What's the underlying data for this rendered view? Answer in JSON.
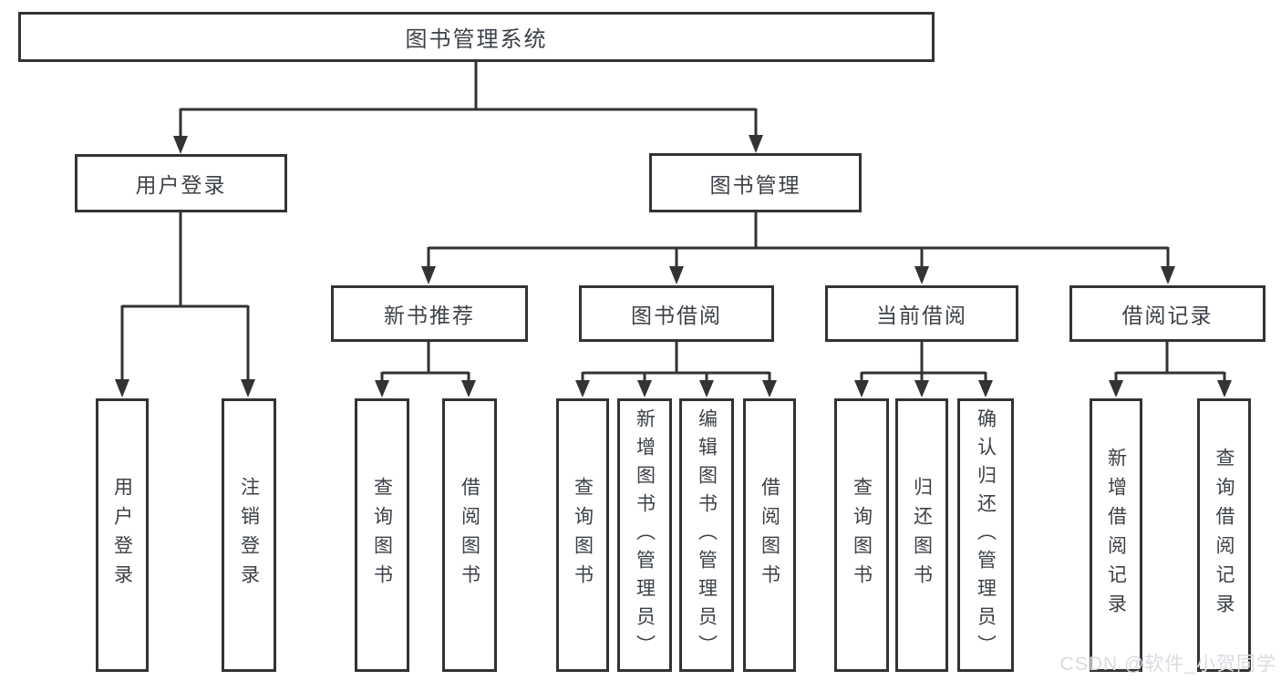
{
  "diagram": {
    "root": {
      "label": "图书管理系统",
      "children": [
        {
          "label": "用户登录",
          "children": [
            {
              "label": "用户登录"
            },
            {
              "label": "注销登录"
            }
          ]
        },
        {
          "label": "图书管理",
          "children": [
            {
              "label": "新书推荐",
              "children": [
                {
                  "label": "查询图书"
                },
                {
                  "label": "借阅图书"
                }
              ]
            },
            {
              "label": "图书借阅",
              "children": [
                {
                  "label": "查询图书"
                },
                {
                  "label": "新增图书（管理员）"
                },
                {
                  "label": "编辑图书（管理员）"
                },
                {
                  "label": "借阅图书"
                }
              ]
            },
            {
              "label": "当前借阅",
              "children": [
                {
                  "label": "查询图书"
                },
                {
                  "label": "归还图书"
                },
                {
                  "label": "确认归还（管理员）"
                }
              ]
            },
            {
              "label": "借阅记录",
              "children": [
                {
                  "label": "新增借阅记录"
                },
                {
                  "label": "查询借阅记录"
                }
              ]
            }
          ]
        }
      ]
    }
  },
  "colors": {
    "line": "#333333",
    "box_border": "#333333",
    "box_background": "#ffffff",
    "text": "#3c4048",
    "watermark": "#d8dce1"
  },
  "watermark": {
    "text": "CSDN @软件_小贺同学"
  }
}
